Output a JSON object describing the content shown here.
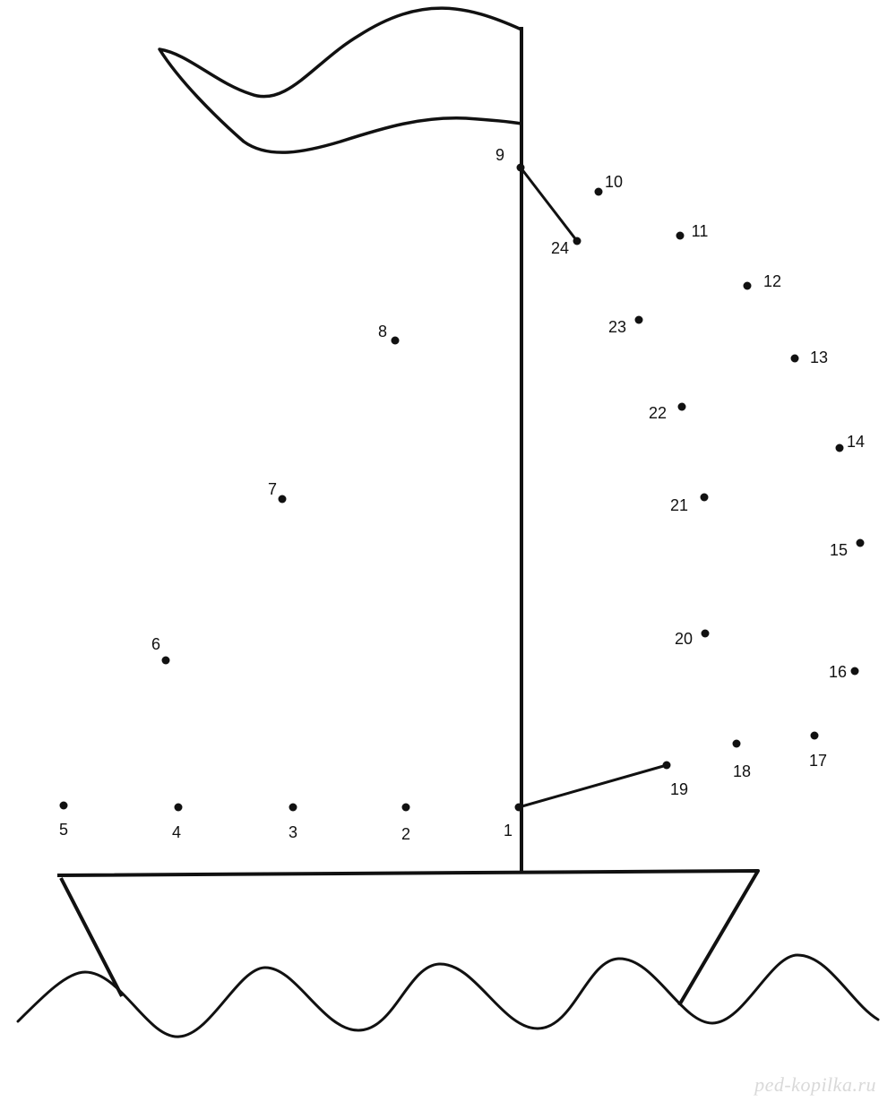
{
  "worksheet": {
    "watermark": "ped-kopilka.ru",
    "ink_color": "#111111",
    "dot_numbers": [
      "1",
      "2",
      "3",
      "4",
      "5",
      "6",
      "7",
      "8",
      "9",
      "10",
      "11",
      "12",
      "13",
      "14",
      "15",
      "16",
      "17",
      "18",
      "19",
      "20",
      "21",
      "22",
      "23",
      "24"
    ],
    "pre_drawn_connections": [
      [
        "9",
        "24"
      ],
      [
        "1",
        "19"
      ]
    ]
  }
}
